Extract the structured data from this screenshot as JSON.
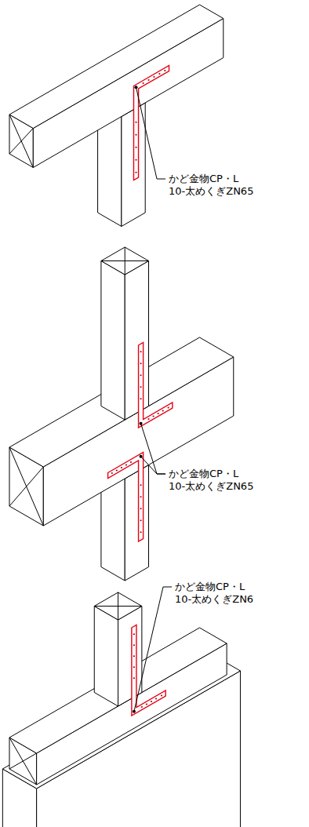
{
  "diagram": {
    "labels": [
      "かど金物CP・L",
      "10-太めくぎZN65",
      "かど金物CP・L",
      "10-太めくぎZN65",
      "かど金物CP・L",
      "10-太めくぎZN6"
    ]
  }
}
